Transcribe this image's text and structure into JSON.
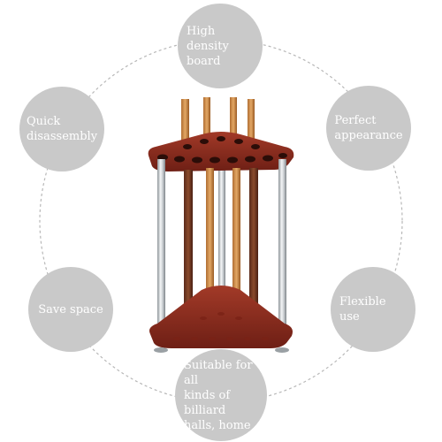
{
  "features": {
    "top": "High density\nboard",
    "top_right": "Perfect\nappearance",
    "right": "Flexible use",
    "bottom": "Suitable for all\nkinds of billiard\nhalls, home",
    "left": "Save space",
    "top_left": "Quick\ndisassembly"
  },
  "colors": {
    "bubble": "#c9c9c9",
    "wood": "#8b2a1e",
    "chrome": "#cfd3d6",
    "ring": "#b8b8b8"
  }
}
